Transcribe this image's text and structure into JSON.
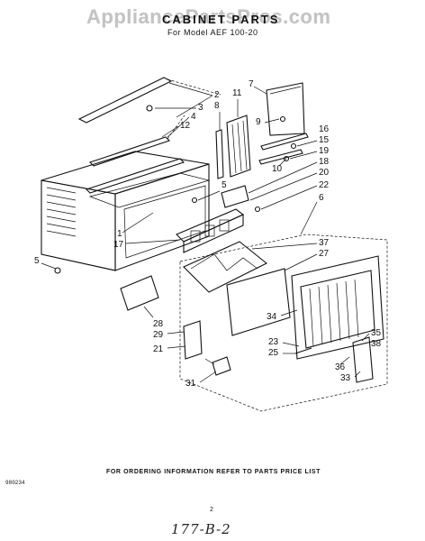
{
  "watermark": "AppliancePartsPros.com",
  "title": "CABINET PARTS",
  "subtitle": "For Model AEF 100-20",
  "footer_note": "FOR ORDERING INFORMATION REFER TO PARTS PRICE LIST",
  "code": "980234",
  "page_number": "2",
  "handwritten_note": "177-B-2",
  "callouts": [
    "1",
    "2",
    "3",
    "4",
    "5",
    "5",
    "6",
    "7",
    "8",
    "9",
    "10",
    "11",
    "12",
    "15",
    "16",
    "17",
    "18",
    "19",
    "20",
    "21",
    "22",
    "23",
    "25",
    "27",
    "28",
    "29",
    "31",
    "33",
    "34",
    "35",
    "36",
    "37",
    "38"
  ]
}
